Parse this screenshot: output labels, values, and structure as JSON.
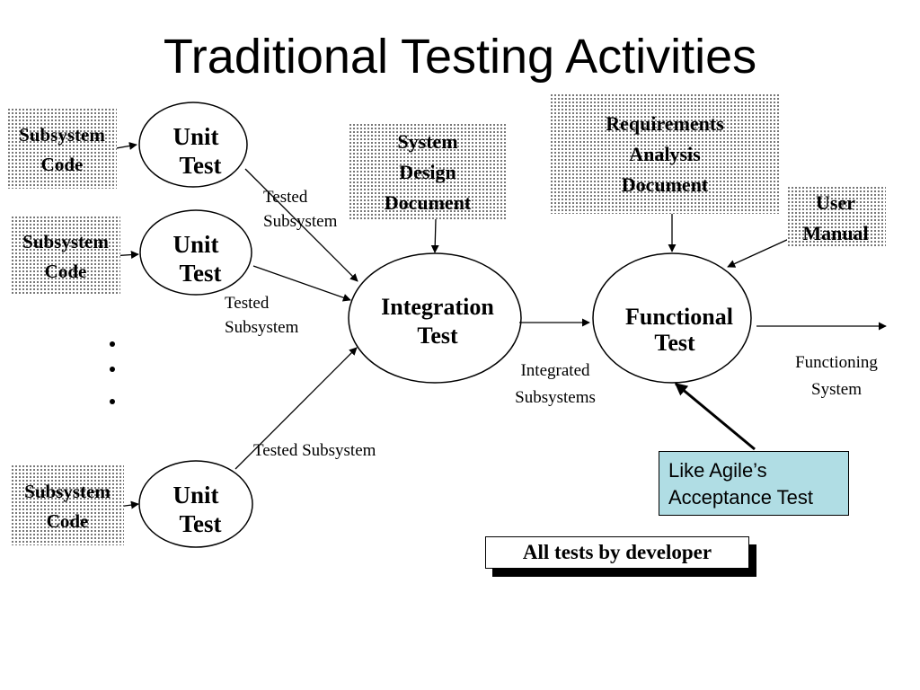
{
  "title": "Traditional Testing Activities",
  "inputs": {
    "subsystem_code_1": [
      "Subsystem",
      "Code"
    ],
    "subsystem_code_2": [
      "Subsystem",
      "Code"
    ],
    "subsystem_code_3": [
      "Subsystem",
      "Code"
    ],
    "system_design_document": [
      "System",
      "Design",
      "Document"
    ],
    "requirements_analysis_document": [
      "Requirements",
      "Analysis",
      "Document"
    ],
    "user_manual": [
      "User",
      "Manual"
    ]
  },
  "nodes": {
    "unit_test_1": [
      "Unit",
      "Test"
    ],
    "unit_test_2": [
      "Unit",
      "Test"
    ],
    "unit_test_3": [
      "Unit",
      "Test"
    ],
    "integration_test": [
      "Integration",
      "Test"
    ],
    "functional_test": [
      "Functional",
      "Test"
    ]
  },
  "edge_labels": {
    "tested_subsystem_1": [
      "Tested",
      "Subsystem"
    ],
    "tested_subsystem_2": [
      "Tested",
      "Subsystem"
    ],
    "tested_subsystem_3": "Tested Subsystem",
    "integrated_subsystems": [
      "Integrated",
      "Subsystems"
    ],
    "functioning_system": [
      "Functioning",
      "System"
    ]
  },
  "callout": [
    "Like Agile’s",
    "Acceptance Test"
  ],
  "note": "All tests by developer"
}
